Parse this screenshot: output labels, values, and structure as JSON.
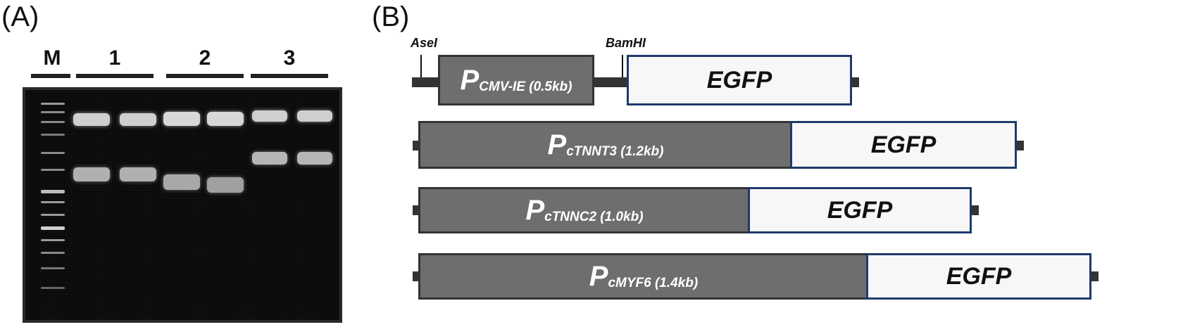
{
  "panels": {
    "a": "(A)",
    "b": "(B)"
  },
  "gel": {
    "lanes": [
      {
        "label": "M"
      },
      {
        "label": "1"
      },
      {
        "label": "2"
      },
      {
        "label": "3"
      }
    ]
  },
  "constructs": [
    {
      "promoter_label": "P",
      "promoter_sub": "CMV-IE (0.5kb)",
      "reporter": "EGFP",
      "sites": [
        "AseI",
        "BamHI"
      ]
    },
    {
      "promoter_label": "P",
      "promoter_sub": "cTNNT3 (1.2kb)",
      "reporter": "EGFP"
    },
    {
      "promoter_label": "P",
      "promoter_sub": "cTNNC2 (1.0kb)",
      "reporter": "EGFP"
    },
    {
      "promoter_label": "P",
      "promoter_sub": "cMYF6 (1.4kb)",
      "reporter": "EGFP"
    }
  ],
  "colors": {
    "promoter": "#6e6e6e",
    "reporter_border": "#1d3a6b",
    "gel_bg": "#0b0b0b"
  }
}
